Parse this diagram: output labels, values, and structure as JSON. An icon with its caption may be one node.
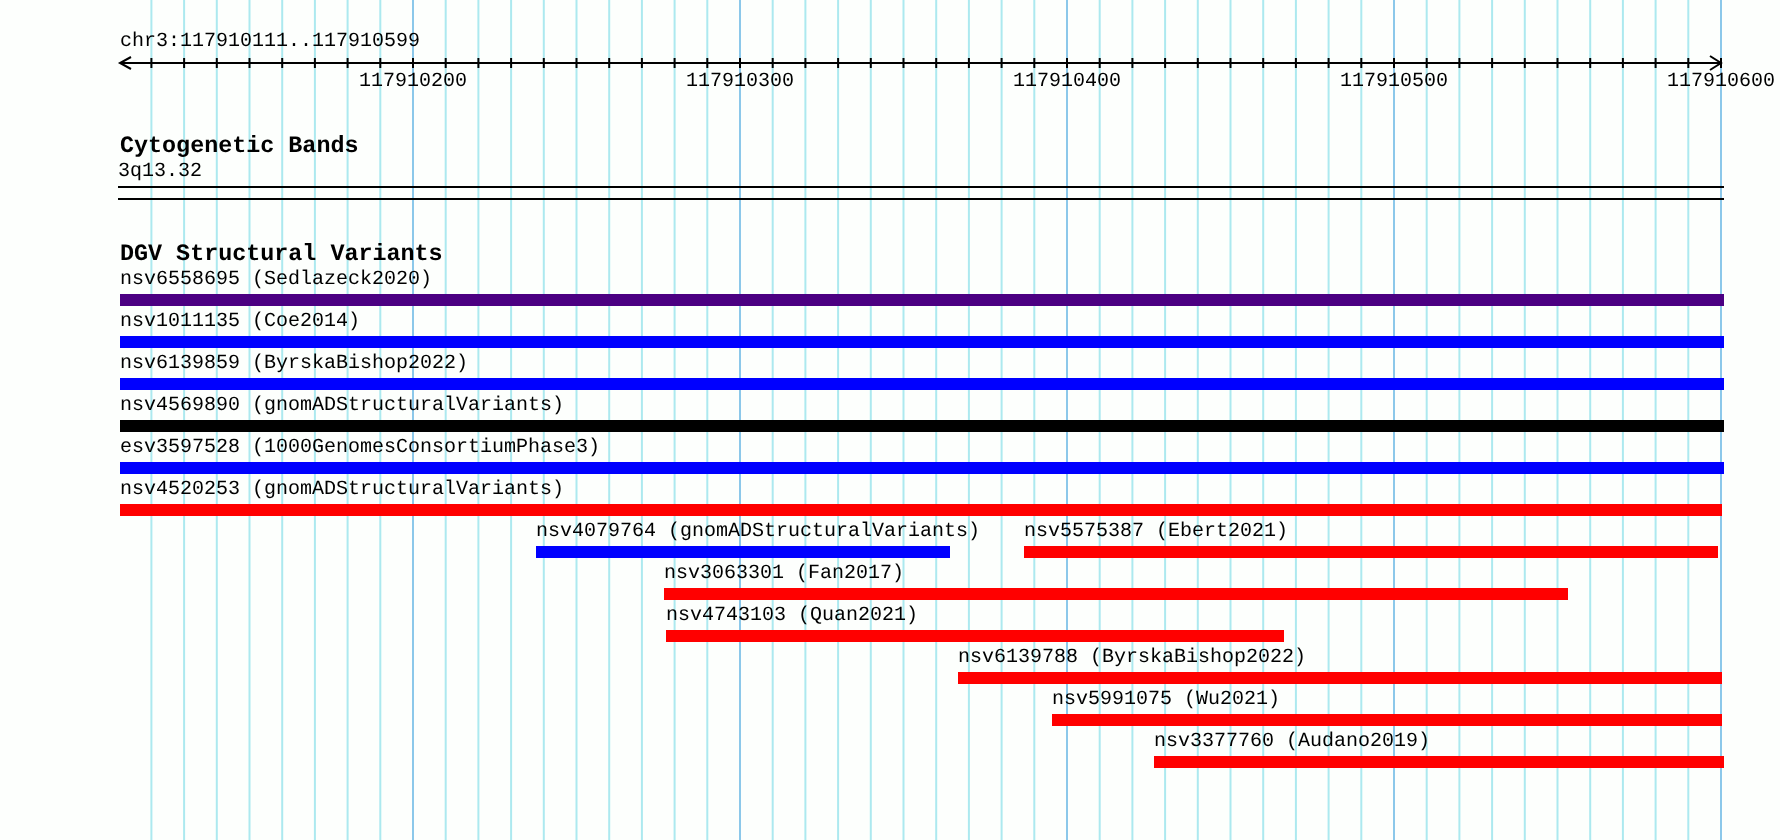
{
  "diagram": {
    "nodes": [
      {
        "text": [
          "3q13.32"
        ]
      },
      {
        "text": [
          "nsv6558695 (Sedlazeck2020)"
        ]
      },
      {
        "text": [
          "nsv1011135 (Coe2014)"
        ]
      },
      {
        "text": [
          "nsv6139859 (ByrskaBishop2022)"
        ]
      },
      {
        "text": [
          "nsv4569890 (gnomADStructuralVariants)"
        ]
      },
      {
        "text": [
          "esv3597528 (1000GenomesConsortiumPhase3)"
        ]
      },
      {
        "text": [
          "nsv4520253 (gnomADStructuralVariants)"
        ]
      },
      {
        "text": [
          "nsv4079764 (gnomADStructuralVariants)"
        ]
      },
      {
        "text": [
          "nsv5575387 (Ebert2021)"
        ]
      },
      {
        "text": [
          "nsv3063301 (Fan2017)"
        ]
      },
      {
        "text": [
          "nsv4743103 (Quan2021)"
        ]
      },
      {
        "text": [
          "nsv6139788 (ByrskaBishop2022)"
        ]
      },
      {
        "text": [
          "nsv5991075 (Wu2021)"
        ]
      },
      {
        "text": [
          "nsv3377760 (Audano2019)"
        ]
      }
    ],
    "labels": [
      "chr3:117910111..117910599",
      "117910200",
      "117910300",
      "117910400",
      "117910500",
      "117910600",
      "Cytogenetic Bands",
      "DGV Structural Variants"
    ]
  }
}
